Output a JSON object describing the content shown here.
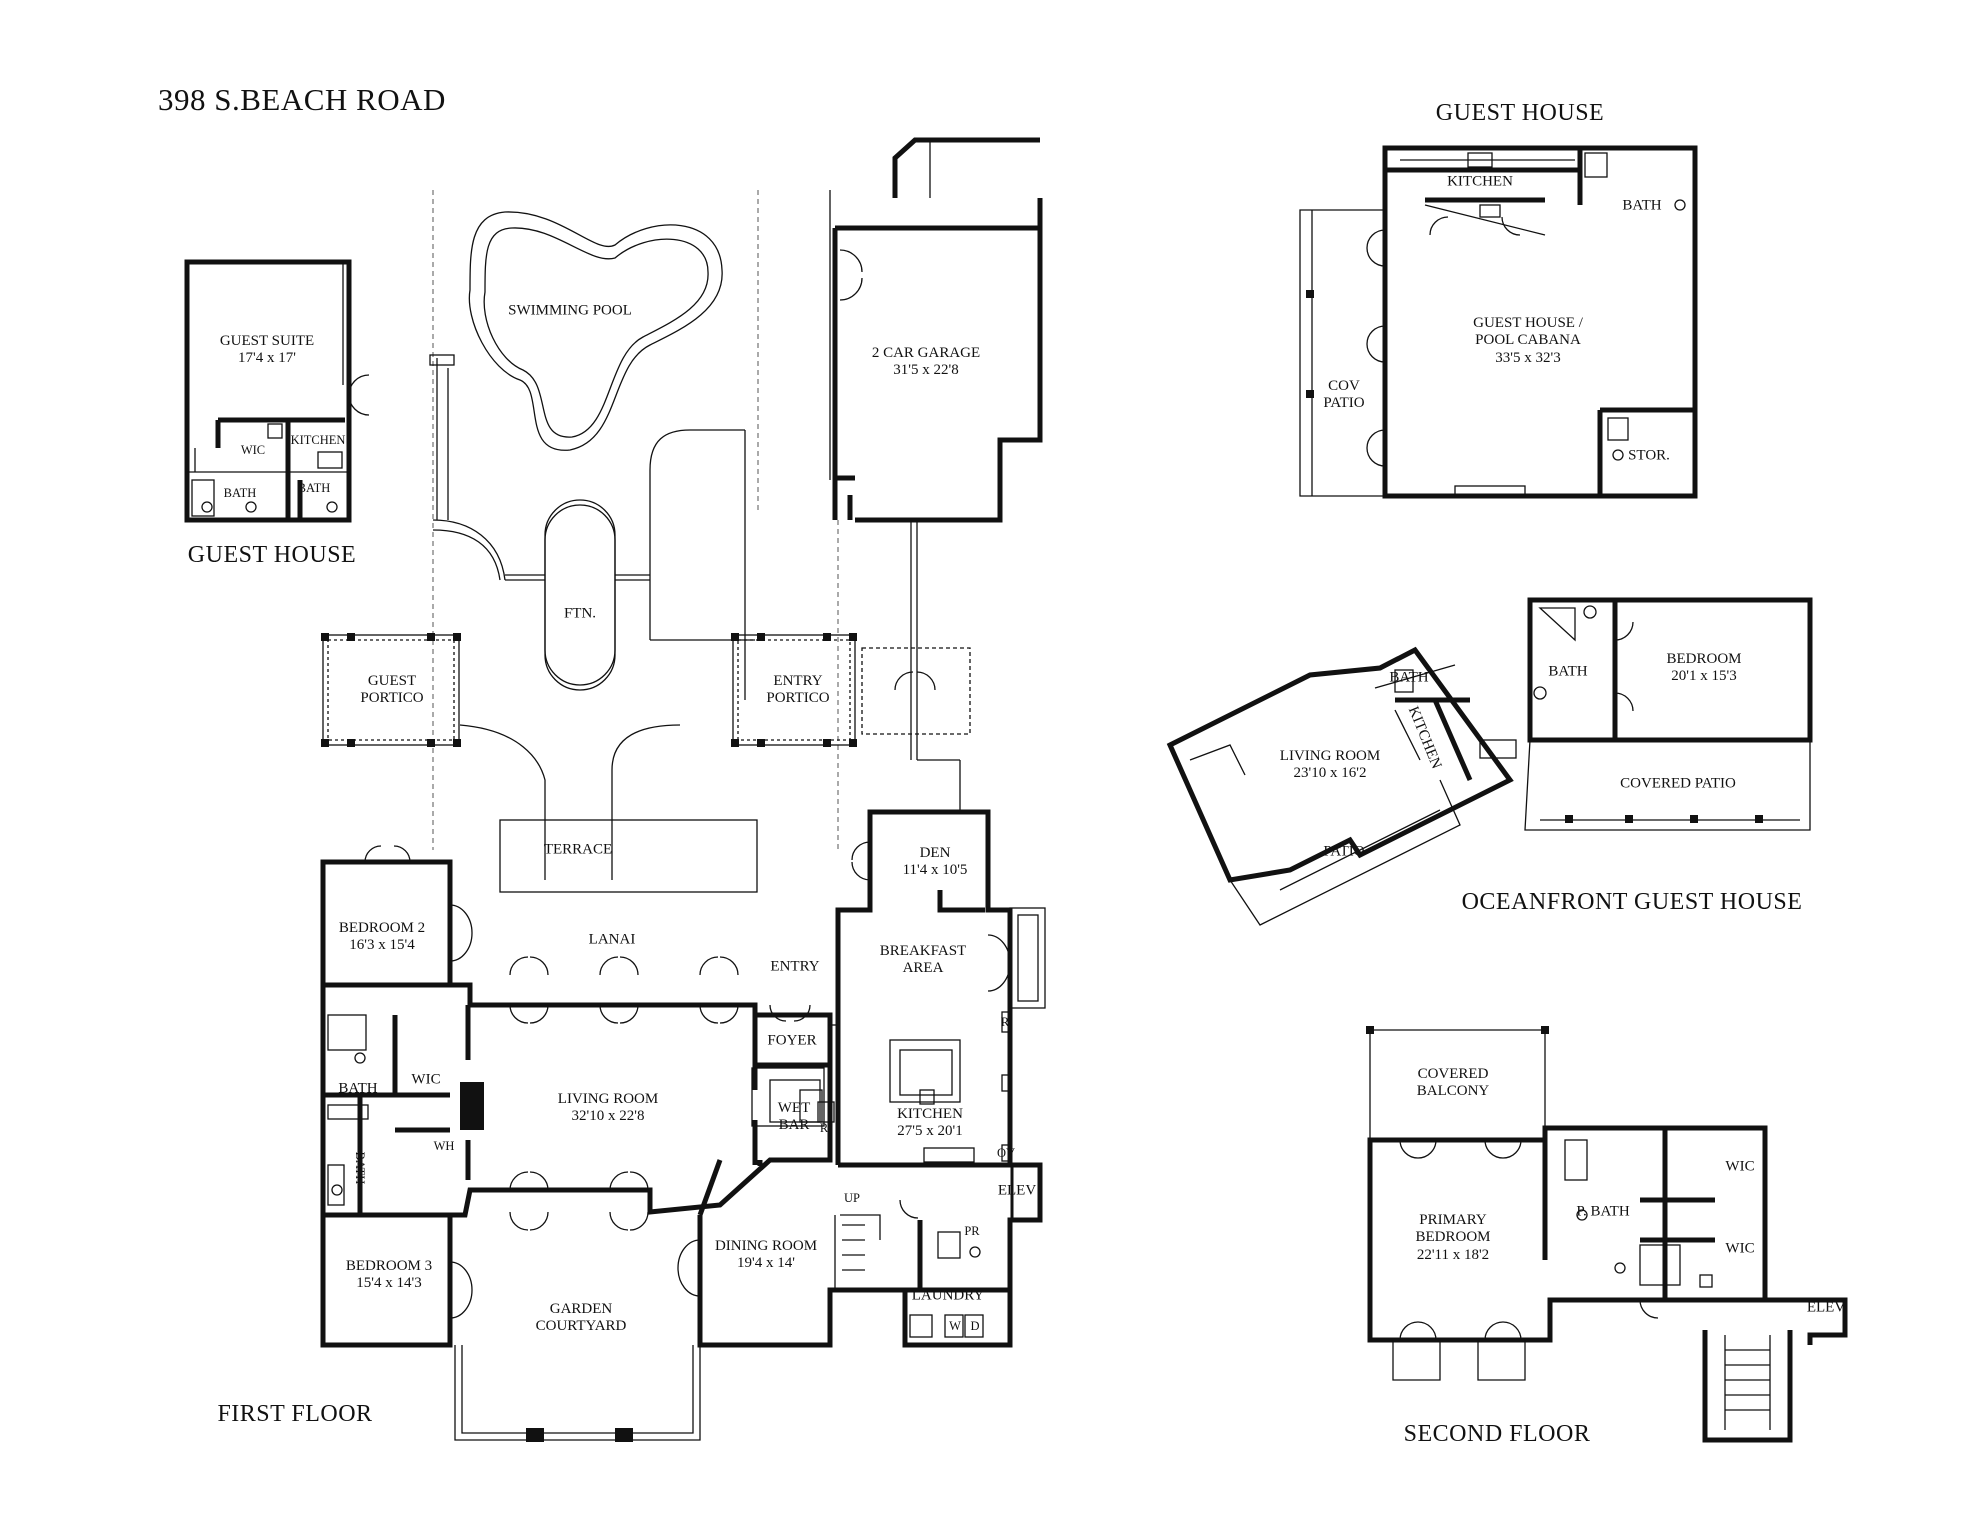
{
  "title": "398 S.BEACH ROAD",
  "section_labels": {
    "guest_house_left": "GUEST HOUSE",
    "guest_house_right": "GUEST HOUSE",
    "oceanfront": "OCEANFRONT GUEST HOUSE",
    "first_floor": "FIRST FLOOR",
    "second_floor": "SECOND FLOOR"
  },
  "guest_house_left": {
    "guest_suite": {
      "name": "GUEST SUITE",
      "dim": "17'4 x 17'"
    },
    "wic": "WIC",
    "kitchen": "KITCHEN",
    "bath1": "BATH",
    "bath2": "BATH"
  },
  "site": {
    "swimming_pool": "SWIMMING POOL",
    "fountain": "FTN.",
    "garage": {
      "name": "2 CAR GARAGE",
      "dim": "31'5 x 22'8"
    },
    "guest_portico": {
      "l1": "GUEST",
      "l2": "PORTICO"
    },
    "entry_portico": {
      "l1": "ENTRY",
      "l2": "PORTICO"
    },
    "terrace": "TERRACE"
  },
  "first_floor": {
    "bedroom2": {
      "name": "BEDROOM 2",
      "dim": "16'3 x 15'4"
    },
    "lanai": "LANAI",
    "entry": "ENTRY",
    "den": {
      "name": "DEN",
      "dim": "11'4 x 10'5"
    },
    "breakfast": {
      "l1": "BREAKFAST",
      "l2": "AREA"
    },
    "foyer": "FOYER",
    "bath": "BATH",
    "wic": "WIC",
    "wh": "WH",
    "bath_vertical": "BATH",
    "living_room": {
      "name": "LIVING ROOM",
      "dim": "32'10 x 22'8"
    },
    "wet_bar": {
      "l1": "WET",
      "l2": "BAR"
    },
    "r_mark": "R",
    "kitchen": {
      "name": "KITCHEN",
      "dim": "27'5 x 20'1"
    },
    "r_mark2": "R",
    "ov": "OV",
    "elev": "ELEV",
    "up": "UP",
    "pr": "PR",
    "bedroom3": {
      "name": "BEDROOM 3",
      "dim": "15'4 x 14'3"
    },
    "garden": {
      "l1": "GARDEN",
      "l2": "COURTYARD"
    },
    "dining": {
      "name": "DINING ROOM",
      "dim": "19'4 x 14'"
    },
    "laundry": "LAUNDRY",
    "w": "W",
    "d": "D"
  },
  "guest_house_right": {
    "kitchen": "KITCHEN",
    "bath": "BATH",
    "cabana": {
      "l1": "GUEST HOUSE /",
      "l2": "POOL CABANA",
      "dim": "33'5 x 32'3"
    },
    "cov_patio": {
      "l1": "COV",
      "l2": "PATIO"
    },
    "stor": "STOR."
  },
  "oceanfront": {
    "living_room": {
      "name": "LIVING ROOM",
      "dim": "23'10 x 16'2"
    },
    "bath": "BATH",
    "kitchen": "KITCHEN",
    "bath2": "BATH",
    "bedroom": {
      "name": "BEDROOM",
      "dim": "20'1 x 15'3"
    },
    "covered_patio": "COVERED PATIO",
    "patio": "PATIO"
  },
  "second_floor": {
    "covered_balcony": {
      "l1": "COVERED",
      "l2": "BALCONY"
    },
    "primary_bedroom": {
      "l1": "PRIMARY",
      "l2": "BEDROOM",
      "dim": "22'11 x 18'2"
    },
    "p_bath": "P. BATH",
    "wic1": "WIC",
    "wic2": "WIC",
    "elev": "ELEV"
  }
}
